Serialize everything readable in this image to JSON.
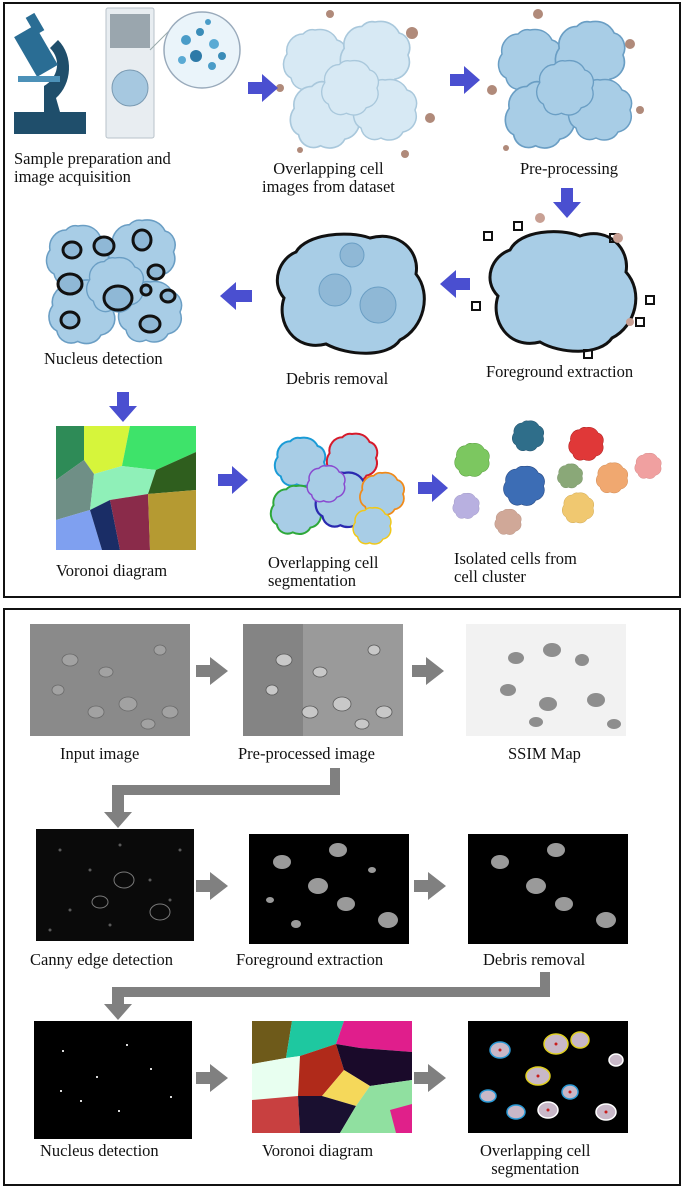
{
  "top_panel": {
    "steps": {
      "sample": "Sample preparation and\nimage acquisition",
      "overlap_dataset": "Overlapping cell\nimages from dataset",
      "preprocessing": "Pre-processing",
      "nucleus": "Nucleus detection",
      "debris": "Debris removal",
      "foreground": "Foreground extraction",
      "voronoi": "Voronoi diagram",
      "segmentation": "Overlapping cell\nsegmentation",
      "isolated": "Isolated cells from\ncell cluster"
    },
    "colors": {
      "arrow": "#4a4fd0",
      "cell_fill": "#a8cde6",
      "cell_edge": "#6a9ec4"
    }
  },
  "bottom_panel": {
    "steps": {
      "input": "Input image",
      "preprocessed": "Pre-processed image",
      "ssim": "SSIM Map",
      "canny": "Canny edge detection",
      "foreground": "Foreground extraction",
      "debris": "Debris removal",
      "nucleus": "Nucleus detection",
      "voronoi": "Voronoi diagram",
      "segmentation": "Overlapping cell\nsegmentation"
    },
    "colors": {
      "arrow": "#808080"
    }
  }
}
